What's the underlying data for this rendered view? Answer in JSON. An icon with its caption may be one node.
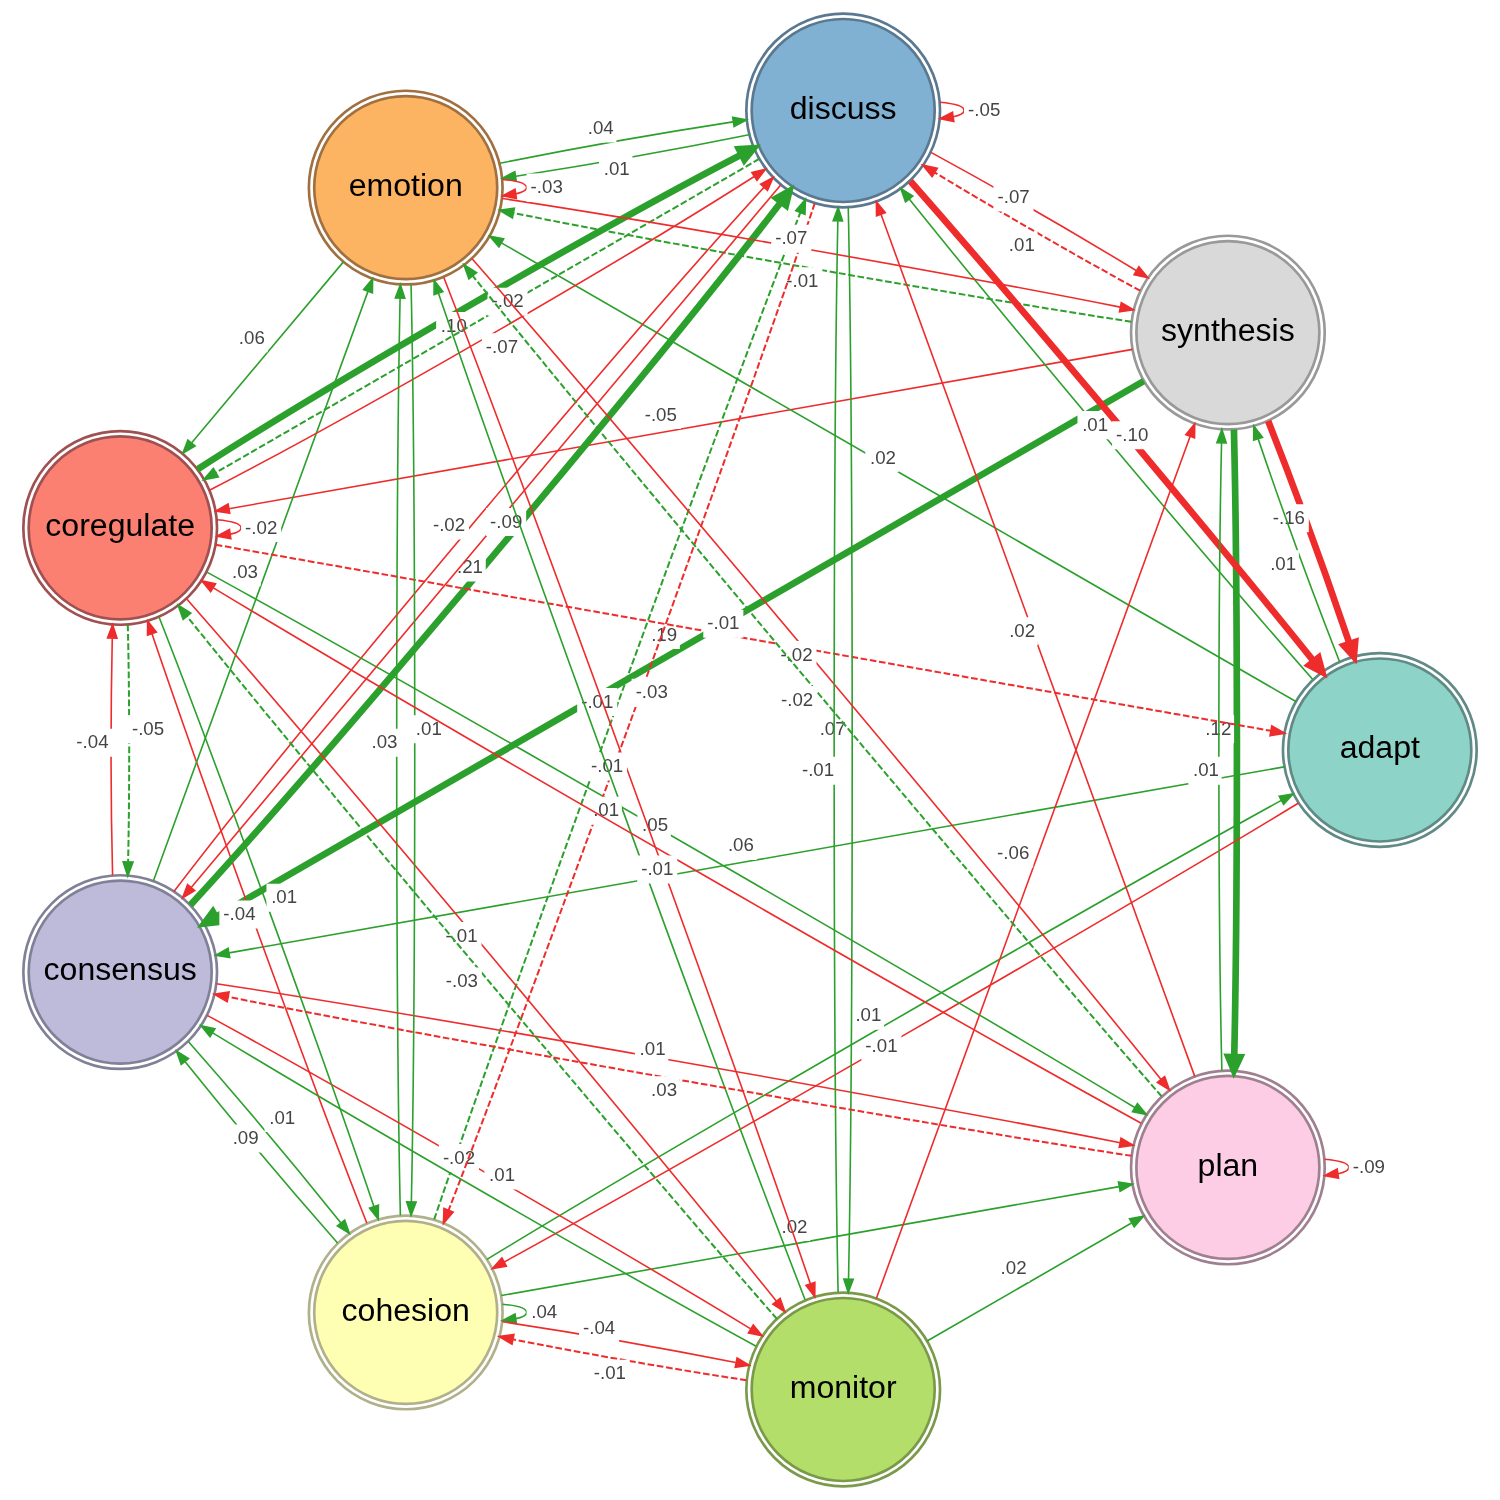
{
  "diagram": {
    "nodes": [
      {
        "text": [
          "synthesis"
        ]
      },
      {
        "text": [
          "plan"
        ]
      },
      {
        "text": [
          "adapt"
        ]
      },
      {
        "text": [
          "monitor"
        ]
      },
      {
        "text": [
          "cohesion"
        ]
      },
      {
        "text": [
          "emotion"
        ]
      },
      {
        "text": [
          "consensus"
        ]
      },
      {
        "text": [
          "discuss"
        ]
      },
      {
        "text": [
          "coregulate"
        ]
      }
    ],
    "edges": [
      {
        "from": 1,
        "to": 1,
        "arrow": "to",
        "label": "-.09",
        "color": "#ee2c2c"
      },
      {
        "from": 0,
        "to": 1,
        "arrow": "to",
        "label": ".12",
        "style": "thick"
      },
      {
        "from": 0,
        "to": 2,
        "arrow": "to",
        "label": "-.16",
        "style": "thick",
        "color": "#ee2c2c"
      },
      {
        "from": 1,
        "to": 0,
        "arrow": "to",
        "label": ".01"
      },
      {
        "from": 2,
        "to": 0,
        "arrow": "to",
        "label": ".01"
      },
      {
        "from": 4,
        "to": 1,
        "arrow": "to",
        "label": ".02"
      },
      {
        "from": 6,
        "to": 1,
        "arrow": "to",
        "label": ".01",
        "color": "#ee2c2c"
      },
      {
        "from": 3,
        "to": 1,
        "arrow": "to",
        "label": ".02"
      },
      {
        "from": 5,
        "to": 1,
        "arrow": "to",
        "label": "-.02",
        "color": "#ee2c2c"
      },
      {
        "from": 1,
        "to": 5,
        "arrow": "to",
        "label": "-.02",
        "style": "dashed"
      },
      {
        "from": 7,
        "to": 3,
        "arrow": "to",
        "label": ".07"
      },
      {
        "from": 8,
        "to": 1,
        "arrow": "to",
        "label": ".05"
      },
      {
        "from": 0,
        "to": 5,
        "arrow": "to",
        "label": "-.01",
        "style": "dashed"
      },
      {
        "from": 4,
        "to": 3,
        "arrow": "to",
        "label": "-.04",
        "color": "#ee2c2c"
      },
      {
        "from": 7,
        "to": 0,
        "arrow": "to",
        "label": "-.07",
        "color": "#ee2c2c"
      },
      {
        "from": 0,
        "to": 7,
        "arrow": "to",
        "label": ".01",
        "style": "dashed",
        "color": "#ee2c2c"
      },
      {
        "from": 5,
        "to": 0,
        "arrow": "to",
        "label": "-.07",
        "color": "#ee2c2c"
      },
      {
        "from": 3,
        "to": 0,
        "arrow": "to",
        "label": "-.06",
        "color": "#ee2c2c"
      },
      {
        "from": 6,
        "to": 3,
        "arrow": "to",
        "label": "-.02",
        "color": "#ee2c2c"
      },
      {
        "from": 4,
        "to": 5,
        "arrow": "to",
        "label": ".03"
      },
      {
        "from": 2,
        "to": 5,
        "arrow": "to",
        "label": ".02"
      },
      {
        "from": 3,
        "to": 4,
        "arrow": "to",
        "label": "-.01",
        "style": "dashed",
        "color": "#ee2c2c"
      },
      {
        "from": 8,
        "to": 2,
        "arrow": "to",
        "label": "-.01",
        "style": "dashed",
        "color": "#ee2c2c"
      },
      {
        "from": 7,
        "to": 2,
        "arrow": "to",
        "label": "-.10",
        "style": "thick",
        "color": "#ee2c2c"
      },
      {
        "from": 4,
        "to": 2,
        "arrow": "to",
        "label": ".01"
      },
      {
        "from": 2,
        "to": 4,
        "arrow": "to",
        "label": "-.01",
        "color": "#ee2c2c"
      },
      {
        "from": 4,
        "to": 4,
        "arrow": "to",
        "label": ".04"
      },
      {
        "from": 0,
        "to": 6,
        "arrow": "to",
        "label": ".19",
        "style": "thick"
      },
      {
        "from": 2,
        "to": 6,
        "arrow": "to",
        "label": ".06"
      },
      {
        "from": 6,
        "to": 4,
        "arrow": "to",
        "label": ".01"
      },
      {
        "from": 4,
        "to": 6,
        "arrow": "to",
        "label": ".09"
      },
      {
        "from": 0,
        "to": 8,
        "arrow": "to",
        "label": "-.05",
        "color": "#ee2c2c"
      },
      {
        "from": 1,
        "to": 6,
        "arrow": "to",
        "label": ".03",
        "style": "dashed",
        "color": "#ee2c2c"
      },
      {
        "from": 3,
        "to": 6,
        "arrow": "to",
        "label": ".01"
      },
      {
        "from": 5,
        "to": 4,
        "arrow": "to",
        "label": ".01"
      },
      {
        "from": 8,
        "to": 4,
        "arrow": "to",
        "label": ".01"
      },
      {
        "from": 7,
        "to": 4,
        "arrow": "to",
        "label": "-.03",
        "style": "dashed",
        "color": "#ee2c2c"
      },
      {
        "from": 6,
        "to": 5,
        "arrow": "to",
        "label": ".03"
      },
      {
        "from": 2,
        "to": 7,
        "arrow": "to",
        "label": ".01"
      },
      {
        "from": 3,
        "to": 8,
        "arrow": "to",
        "label": "-.03",
        "style": "dashed"
      },
      {
        "from": 4,
        "to": 7,
        "arrow": "to",
        "label": "-.01",
        "style": "dashed"
      },
      {
        "from": 4,
        "to": 8,
        "arrow": "to",
        "label": "-.04",
        "color": "#ee2c2c"
      },
      {
        "from": 1,
        "to": 8,
        "arrow": "to",
        "label": "-.01",
        "color": "#ee2c2c"
      },
      {
        "from": 3,
        "to": 7,
        "arrow": "to",
        "label": "-.01"
      },
      {
        "from": 1,
        "to": 7,
        "arrow": "to",
        "label": ".02",
        "color": "#ee2c2c"
      },
      {
        "from": 6,
        "to": 7,
        "arrow": "to",
        "label": "-.02",
        "color": "#ee2c2c"
      },
      {
        "from": 8,
        "to": 3,
        "arrow": "to",
        "label": "-.01",
        "color": "#ee2c2c"
      },
      {
        "from": 3,
        "to": 5,
        "arrow": "to",
        "label": ".01"
      },
      {
        "from": 5,
        "to": 3,
        "arrow": "to",
        "label": "-.01",
        "color": "#ee2c2c"
      },
      {
        "from": 5,
        "to": 5,
        "arrow": "to",
        "label": "-.03",
        "color": "#ee2c2c"
      },
      {
        "from": 7,
        "to": 5,
        "arrow": "to",
        "label": ".01"
      },
      {
        "from": 5,
        "to": 7,
        "arrow": "to",
        "label": ".04"
      },
      {
        "from": 5,
        "to": 8,
        "arrow": "to",
        "label": ".06"
      },
      {
        "from": 7,
        "to": 7,
        "arrow": "to",
        "label": "-.05",
        "color": "#ee2c2c"
      },
      {
        "from": 6,
        "to": 7,
        "arrow": "to",
        "label": ".21",
        "style": "thick"
      },
      {
        "from": 7,
        "to": 6,
        "arrow": "to",
        "label": "-.09",
        "color": "#ee2c2c"
      },
      {
        "from": 8,
        "to": 6,
        "arrow": "to",
        "label": "-.05",
        "style": "dashed"
      },
      {
        "from": 6,
        "to": 8,
        "arrow": "to",
        "label": "-.04",
        "color": "#ee2c2c"
      },
      {
        "from": 8,
        "to": 7,
        "arrow": "to",
        "label": ".10",
        "style": "thick"
      },
      {
        "from": 7,
        "to": 8,
        "arrow": "to",
        "label": "-.02",
        "style": "dashed"
      },
      {
        "from": 8,
        "to": 7,
        "arrow": "to",
        "label": "-.07",
        "color": "#ee2c2c"
      },
      {
        "from": 8,
        "to": 8,
        "arrow": "to",
        "label": "-.02",
        "color": "#ee2c2c"
      }
    ]
  }
}
